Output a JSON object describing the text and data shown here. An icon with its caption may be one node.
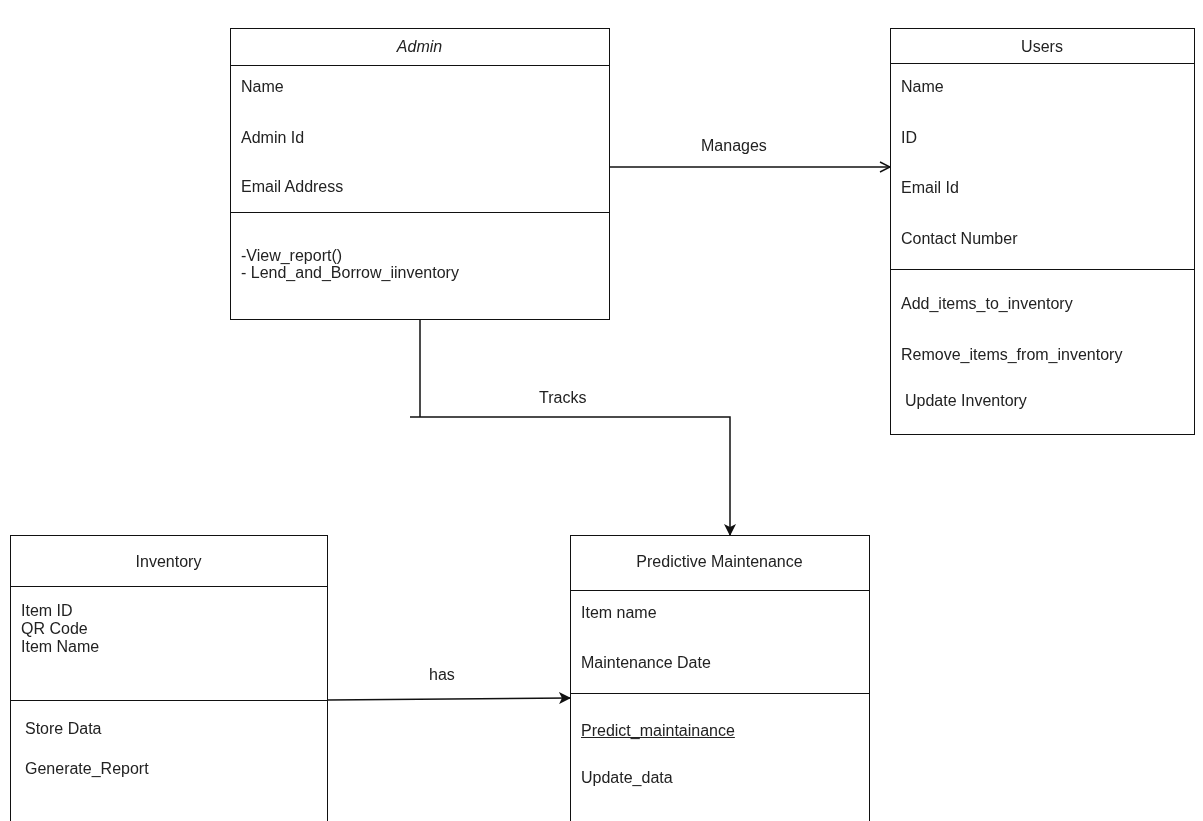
{
  "diagram": {
    "nodes": [
      {
        "text": [
          "Admin",
          "Name",
          "Admin Id",
          "Email Address",
          "-View_report()",
          "- Lend_and_Borrow_iinventory"
        ]
      },
      {
        "text": [
          "Users",
          "Name",
          "ID",
          "Email Id",
          "Contact Number",
          "Add_items_to_inventory",
          "Remove_items_from_inventory",
          "Update Inventory"
        ]
      },
      {
        "text": [
          "Inventory",
          "Item ID",
          "QR Code",
          "Item Name",
          "Store Data",
          "Generate_Report"
        ]
      },
      {
        "text": [
          "Predictive Maintenance",
          "Item name",
          "Maintenance Date",
          "Predict_maintainance",
          "Update_data"
        ]
      }
    ],
    "edges": [
      {
        "from": 0,
        "to": 1,
        "arrow": "to",
        "label": "Manages"
      },
      {
        "from": 0,
        "to": 3,
        "arrow": "to",
        "label": "Tracks"
      },
      {
        "from": 2,
        "to": 3,
        "arrow": "to",
        "label": "has"
      }
    ]
  }
}
